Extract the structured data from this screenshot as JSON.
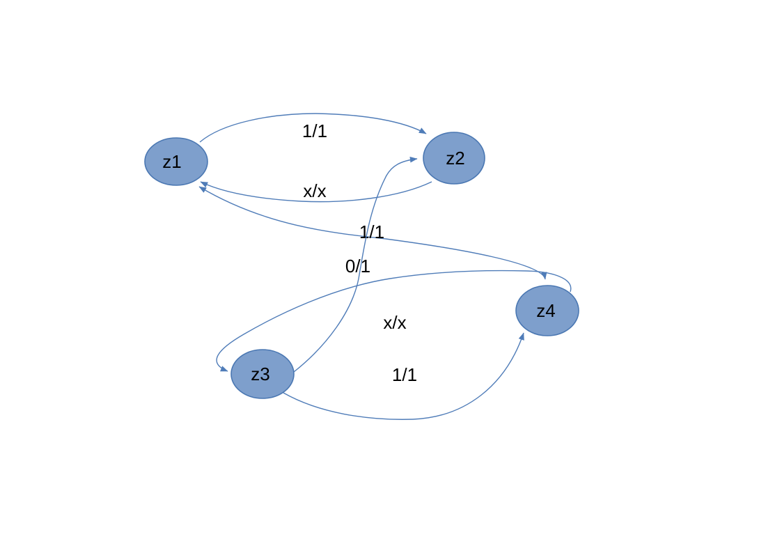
{
  "diagram": {
    "type": "state-transition-diagram",
    "background": "#ffffff",
    "colors": {
      "node_fill": "#7e9fcc",
      "node_border": "#4a77b2",
      "edge_line": "#4f7cb8",
      "label_text": "#000000"
    },
    "states": [
      {
        "id": "z1",
        "label": "z1"
      },
      {
        "id": "z2",
        "label": "z2"
      },
      {
        "id": "z3",
        "label": "z3"
      },
      {
        "id": "z4",
        "label": "z4"
      }
    ],
    "transitions": [
      {
        "from": "z1",
        "to": "z2",
        "label": "1/1",
        "arrows": "end"
      },
      {
        "from": "z2",
        "to": "z1",
        "label": "x/x",
        "arrows": "end"
      },
      {
        "from": "z1",
        "to": "z4",
        "label": "1/1",
        "arrows": "both"
      },
      {
        "from": "z3",
        "to": "z2",
        "label": "0/1",
        "arrows": "end"
      },
      {
        "from": "z4",
        "to": "z3",
        "label": "x/x",
        "arrows": "end"
      },
      {
        "from": "z3",
        "to": "z4",
        "label": "1/1",
        "arrows": "end"
      }
    ]
  }
}
